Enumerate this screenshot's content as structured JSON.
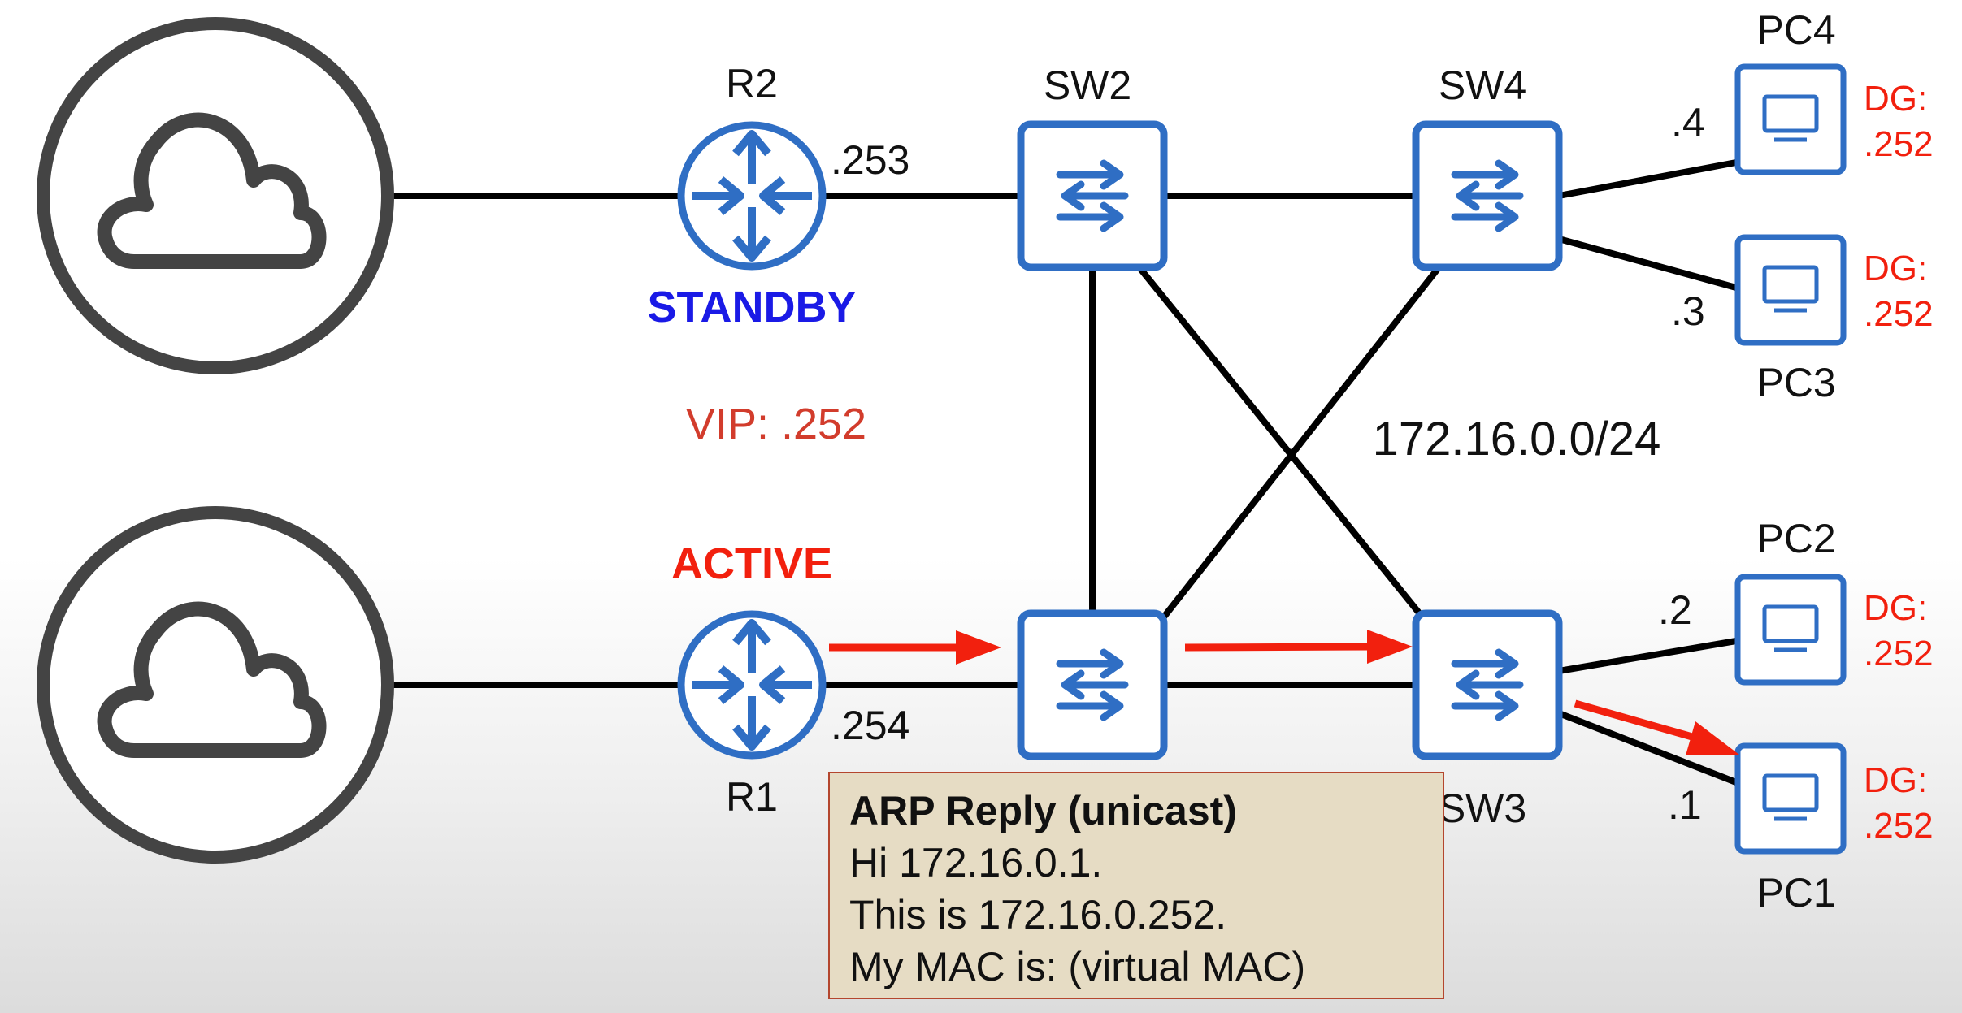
{
  "routers": {
    "r2": {
      "name": "R2",
      "ip": ".253",
      "state": "STANDBY"
    },
    "r1": {
      "name": "R1",
      "ip": ".254",
      "state": "ACTIVE"
    }
  },
  "vip": "VIP: .252",
  "switches": {
    "sw2": "SW2",
    "sw4": "SW4",
    "sw3": "SW3"
  },
  "subnet": "172.16.0.0/24",
  "pcs": [
    {
      "name": "PC4",
      "ip": ".4",
      "dg": [
        "DG:",
        ".252"
      ]
    },
    {
      "name": "PC3",
      "ip": ".3",
      "dg": [
        "DG:",
        ".252"
      ]
    },
    {
      "name": "PC2",
      "ip": ".2",
      "dg": [
        "DG:",
        ".252"
      ]
    },
    {
      "name": "PC1",
      "ip": ".1",
      "dg": [
        "DG:",
        ".252"
      ]
    }
  ],
  "callout": {
    "title": "ARP Reply (unicast)",
    "lines": [
      "Hi 172.16.0.1.",
      "This is 172.16.0.252.",
      "My MAC is: (virtual MAC)"
    ]
  },
  "colors": {
    "device_blue": "#2f6ec4",
    "standby": "#1a1ae6",
    "active": "#f2200e",
    "arrow": "#f2200e",
    "vip": "#d23c2c",
    "dg": "#f2200e",
    "cloud": "#444444",
    "link": "#000000"
  },
  "icons": [
    "cloud-icon",
    "router-icon",
    "switch-icon",
    "pc-icon",
    "arrow-icon"
  ]
}
